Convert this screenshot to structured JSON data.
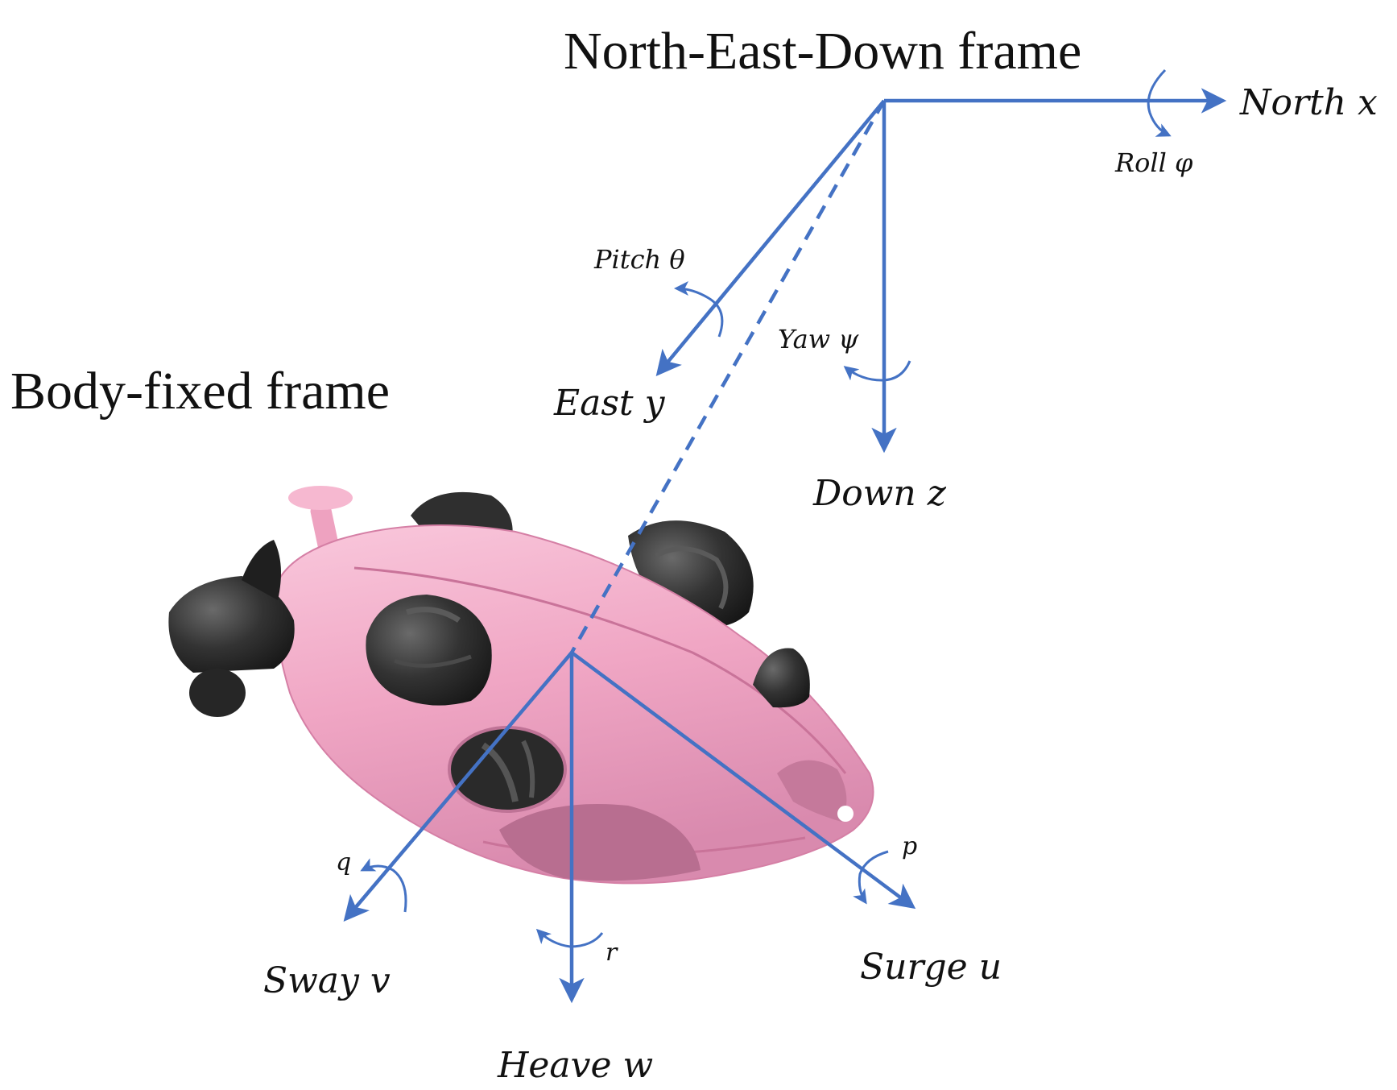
{
  "ned_frame": {
    "title": "North-East-Down frame",
    "north_label": "North x",
    "east_label": "East y",
    "down_label": "Down z",
    "roll_label": "Roll φ",
    "pitch_label": "Pitch θ",
    "yaw_label": "Yaw ψ"
  },
  "body_frame": {
    "title": "Body-fixed frame",
    "surge_label": "Surge u",
    "sway_label": "Sway v",
    "heave_label": "Heave w",
    "p_label": "p",
    "q_label": "q",
    "r_label": "r"
  },
  "colors": {
    "axis": "#4472c4",
    "hull": "#f2a9c6",
    "thruster": "#2b2b2b"
  }
}
